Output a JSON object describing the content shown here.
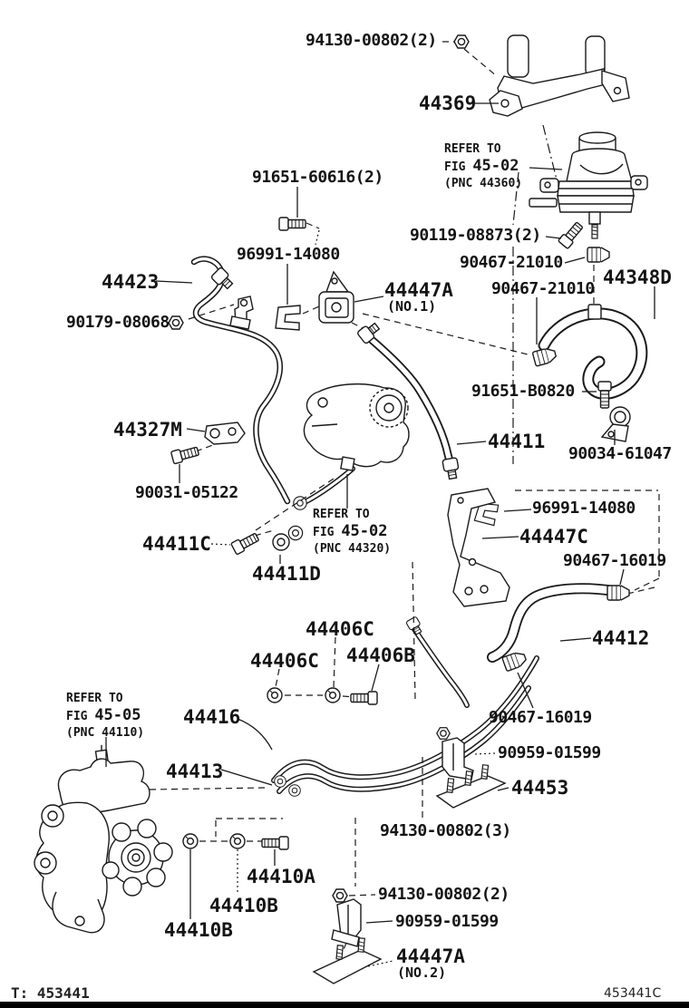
{
  "colors": {
    "ink": "#1a1a1a",
    "background": "#ffffff",
    "bottom_bar": "#000000"
  },
  "footer": {
    "left": "T: 453441",
    "right": "453441C"
  },
  "refs": [
    {
      "line1": "REFER TO",
      "fig_word": "FIG",
      "fig_num": "45-02",
      "pnc": "(PNC 44360)"
    },
    {
      "line1": "REFER TO",
      "fig_word": "FIG",
      "fig_num": "45-02",
      "pnc": "(PNC 44320)"
    },
    {
      "line1": "REFER TO",
      "fig_word": "FIG",
      "fig_num": "45-05",
      "pnc": "(PNC 44110)"
    }
  ],
  "labels": [
    {
      "text": "94130-00802(2)"
    },
    {
      "text": "44369"
    },
    {
      "text": "91651-60616(2)"
    },
    {
      "text": "90119-08873(2)"
    },
    {
      "text": "90467-21010"
    },
    {
      "text": "96991-14080"
    },
    {
      "text": "44423"
    },
    {
      "text": "44447A"
    },
    {
      "text": "(NO.1)"
    },
    {
      "text": "90467-21010"
    },
    {
      "text": "44348D"
    },
    {
      "text": "90179-08068"
    },
    {
      "text": "91651-B0820"
    },
    {
      "text": "44327M"
    },
    {
      "text": "44411"
    },
    {
      "text": "90034-61047"
    },
    {
      "text": "90031-05122"
    },
    {
      "text": "96991-14080"
    },
    {
      "text": "44447C"
    },
    {
      "text": "44411C"
    },
    {
      "text": "44411D"
    },
    {
      "text": "90467-16019"
    },
    {
      "text": "44406C"
    },
    {
      "text": "44406B"
    },
    {
      "text": "44406C"
    },
    {
      "text": "44412"
    },
    {
      "text": "44416"
    },
    {
      "text": "90467-16019"
    },
    {
      "text": "44413"
    },
    {
      "text": "90959-01599"
    },
    {
      "text": "44453"
    },
    {
      "text": "94130-00802(3)"
    },
    {
      "text": "44410A"
    },
    {
      "text": "44410B"
    },
    {
      "text": "44410B"
    },
    {
      "text": "94130-00802(2)"
    },
    {
      "text": "90959-01599"
    },
    {
      "text": "44447A"
    },
    {
      "text": "(NO.2)"
    }
  ]
}
